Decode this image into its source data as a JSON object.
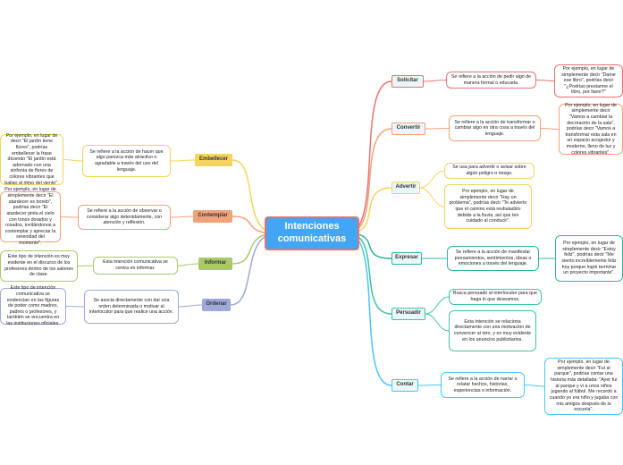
{
  "center": {
    "title": "Intenciones comunicativas"
  },
  "colors": {
    "solicitar": "#e57373",
    "convertir": "#f0a27a",
    "advertir": "#f4d35e",
    "expresar": "#34b3a0",
    "persuadir": "#3ec5a3",
    "contar": "#4fc3f7",
    "embellecer": "#f4d35e",
    "contemplar": "#f0a27a",
    "informar": "#a8c96a",
    "ordenar": "#9fa8da"
  },
  "right": [
    {
      "key": "solicitar",
      "tag": "Solicitar",
      "definition": "Se refiere a la acción de pedir algo de manera formal o educada.",
      "example": "Por ejemplo, en lugar de simplemente decir \"Dame ese libro\", podrías decir \"¿Podrías prestarme el libro, por favor?\""
    },
    {
      "key": "convertir",
      "tag": "Convertir",
      "definition": "Se refiere a la acción de transformar o cambiar algo en otra cosa a través del lenguaje.",
      "example": "Por ejemplo, en lugar de simplemente decir \"Vamos a cambiar la decoración de la sala\", podrías decir \"Vamos a transformar esta sala en un espacio acogedor y moderno, lleno de luz y colores vibrantes\"."
    },
    {
      "key": "advertir",
      "tag": "Advertir",
      "definition": "Se usa para advertir o avisar sobre algún peligro o riesgo.",
      "example": "Por ejemplo, en lugar de simplemente decir \"Hay un problema\", podrías decir \"Te advierto que el camino está resbaladizo debido a la lluvia, así que ten cuidado al conducir\"."
    },
    {
      "key": "expresar",
      "tag": "Expresar",
      "definition": "Se refiere a la acción de manifestar pensamientos, sentimientos, ideas o emociones a través del lenguaje.",
      "example": "Por ejemplo, en lugar de simplemente decir \"Estoy feliz\", podrías decir \"Me siento increíblemente feliz hoy porque logré terminar un proyecto importante\"."
    },
    {
      "key": "persuadir",
      "tag": "Persuadir",
      "definition": "Busca persuadir al interlocutor para que haga lo que deseamos.",
      "example": "Esta intención se relaciona directamente con una motivación de convencer al otro, y es muy evidente en los anuncios publicitarios."
    },
    {
      "key": "contar",
      "tag": "Contar",
      "definition": "Se refiere a la acción de narrar o relatar hechos, historias, experiencias o información.",
      "example": "Por ejemplo, en lugar de simplemente decir \"Fui al parque\", podrías contar una historia más detallada: \"Ayer fui al parque y vi a unos niños jugando al fútbol. Me recordó a cuando yo era niño y jugaba con mis amigos después de la escuela\"."
    }
  ],
  "left": [
    {
      "key": "embellecer",
      "tag": "Embellecer",
      "definition": "Se refiere a la acción de hacer que algo parezca más atractivo o agradable a través del uso del lenguaje.",
      "example": "Por ejemplo, en lugar de decir \"El jardín tiene flores\", podrías embellecer la frase diciendo \"El jardín está adornado con una sinfonía de flores de colores vibrantes que bailan al ritmo del viento\"."
    },
    {
      "key": "contemplar",
      "tag": "Contemplar",
      "definition": "Se refiere a la acción de observar o considerar algo detenidamente, con atención y reflexión.",
      "example": "Por ejemplo, en lugar de simplemente decir \"El atardecer es bonito\", podrías decir \"El atardecer pinta el cielo con tonos dorados y rosados, invitándonos a contemplar y apreciar la serenidad del momento\"."
    },
    {
      "key": "informar",
      "tag": "Informar",
      "definition": "Esta intención comunicativa se centra en informar.",
      "example": "Este tipo de intención es muy evidente en el discurso de los profesores dentro de los salones de clase."
    },
    {
      "key": "ordenar",
      "tag": "Ordenar",
      "definition": "Se asocia directamente con dar una orden determinada o motivar al interlocutor para que realice una acción.",
      "example": "Este tipo de intención comunicativa se evidencian en las figuras de poder como madres, padres o profesores, y también se encuentra en las instituciones oficiales."
    }
  ]
}
